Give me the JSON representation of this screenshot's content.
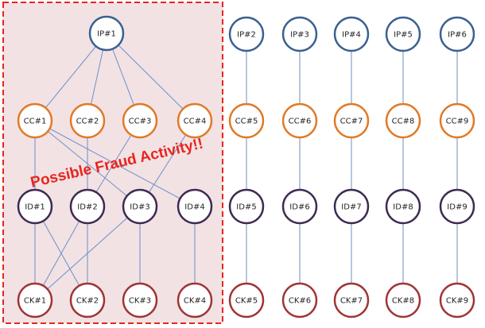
{
  "diagram": {
    "annotation": "Possible Fraud Activity!!",
    "highlight_fill": "#f2e2e4",
    "highlight_stroke": "#e8251f",
    "edge_color": "#6f8fc6",
    "layers": [
      {
        "type": "IP",
        "color": "#3a6090",
        "labels": [
          "IP#1",
          "IP#2",
          "IP#3",
          "IP#4",
          "IP#5",
          "IP#6"
        ]
      },
      {
        "type": "CC",
        "color": "#e07a26",
        "labels": [
          "CC#1",
          "CC#2",
          "CC#3",
          "CC#4",
          "CC#5",
          "CC#6",
          "CC#7",
          "CC#8",
          "CC#9"
        ]
      },
      {
        "type": "ID",
        "color": "#3d2b52",
        "labels": [
          "ID#1",
          "ID#2",
          "ID#3",
          "ID#4",
          "ID#5",
          "ID#6",
          "ID#7",
          "ID#8",
          "ID#9"
        ]
      },
      {
        "type": "CK",
        "color": "#a03434",
        "labels": [
          "CK#1",
          "CK#2",
          "CK#3",
          "CK#4",
          "CK#5",
          "CK#6",
          "CK#7",
          "CK#8",
          "CK#9"
        ]
      }
    ],
    "edges": [
      [
        "IP#1",
        "CC#1"
      ],
      [
        "IP#1",
        "CC#2"
      ],
      [
        "IP#1",
        "CC#3"
      ],
      [
        "IP#1",
        "CC#4"
      ],
      [
        "CC#1",
        "ID#1"
      ],
      [
        "CC#1",
        "ID#3"
      ],
      [
        "CC#1",
        "ID#4"
      ],
      [
        "CC#2",
        "ID#2"
      ],
      [
        "CC#3",
        "ID#2"
      ],
      [
        "CC#4",
        "ID#3"
      ],
      [
        "ID#1",
        "CK#1"
      ],
      [
        "ID#1",
        "CK#2"
      ],
      [
        "ID#2",
        "CK#1"
      ],
      [
        "ID#2",
        "CK#2"
      ],
      [
        "ID#3",
        "CK#1"
      ],
      [
        "ID#3",
        "CK#3"
      ],
      [
        "ID#4",
        "CK#4"
      ],
      [
        "IP#2",
        "CC#5"
      ],
      [
        "CC#5",
        "ID#5"
      ],
      [
        "ID#5",
        "CK#5"
      ],
      [
        "IP#3",
        "CC#6"
      ],
      [
        "CC#6",
        "ID#6"
      ],
      [
        "ID#6",
        "CK#6"
      ],
      [
        "IP#4",
        "CC#7"
      ],
      [
        "CC#7",
        "ID#7"
      ],
      [
        "ID#7",
        "CK#7"
      ],
      [
        "IP#5",
        "CC#8"
      ],
      [
        "CC#8",
        "ID#8"
      ],
      [
        "ID#8",
        "CK#8"
      ],
      [
        "IP#6",
        "CC#9"
      ],
      [
        "CC#9",
        "ID#9"
      ],
      [
        "ID#9",
        "CK#9"
      ]
    ]
  }
}
